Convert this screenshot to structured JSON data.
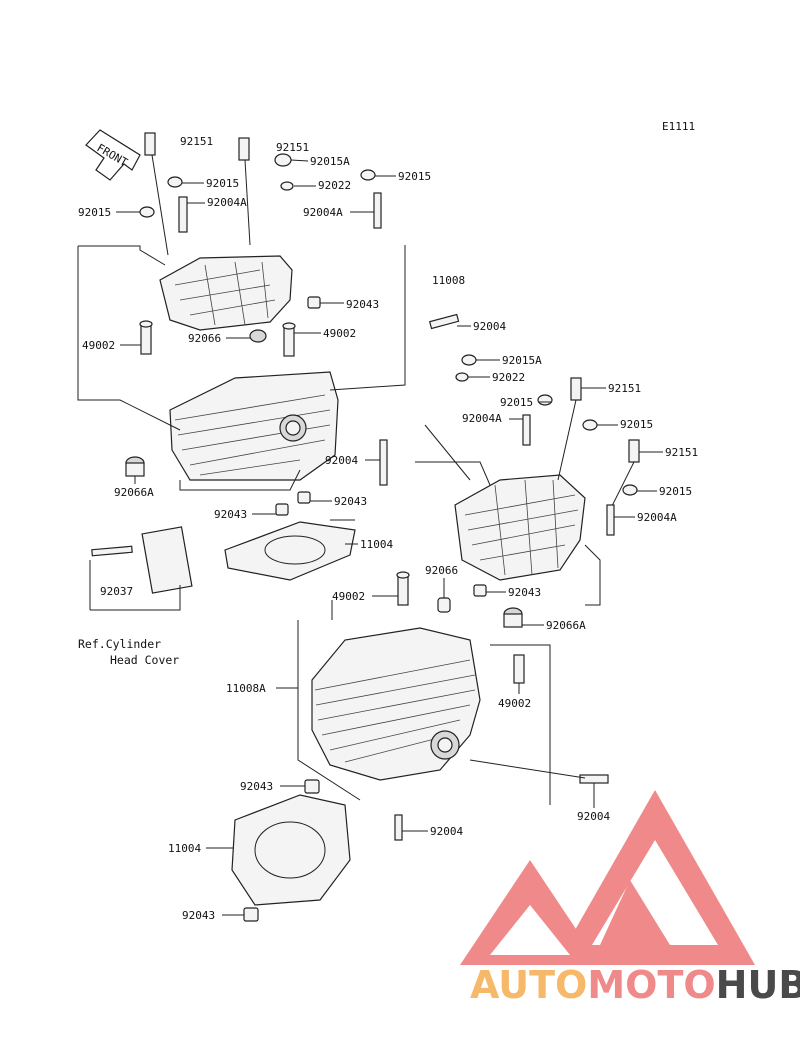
{
  "diagram_code": "E1111",
  "front_label": "FRONT",
  "ref_text_1": "Ref.Cylinder",
  "ref_text_2": "Head Cover",
  "watermark": {
    "part1": "AUTO",
    "part2": "MOTO",
    "part3": "HUB",
    "color1": "#f6b96a",
    "color2": "#f08a8a",
    "color3": "#4a4a4a"
  },
  "labels": {
    "l01": "92151",
    "l02": "92151",
    "l03": "92015A",
    "l04": "92015",
    "l05": "92022",
    "l06": "92015",
    "l07": "92015",
    "l08": "92004A",
    "l09": "92004A",
    "l10": "11008",
    "l11": "92043",
    "l12": "49002",
    "l13": "49002",
    "l14": "92066",
    "l15": "92004",
    "l16": "92015A",
    "l17": "92022",
    "l18": "92151",
    "l19": "92015",
    "l20": "92004A",
    "l21": "92015",
    "l22": "92151",
    "l23": "92015",
    "l24": "92004A",
    "l25": "92004",
    "l26": "92043",
    "l27": "92043",
    "l28": "92066A",
    "l29": "11004",
    "l30": "92037",
    "l31": "92066",
    "l32": "49002",
    "l33": "92043",
    "l34": "92066A",
    "l35": "11008A",
    "l36": "49002",
    "l37": "92043",
    "l38": "92004",
    "l39": "92004",
    "l40": "11004",
    "l41": "92043"
  }
}
